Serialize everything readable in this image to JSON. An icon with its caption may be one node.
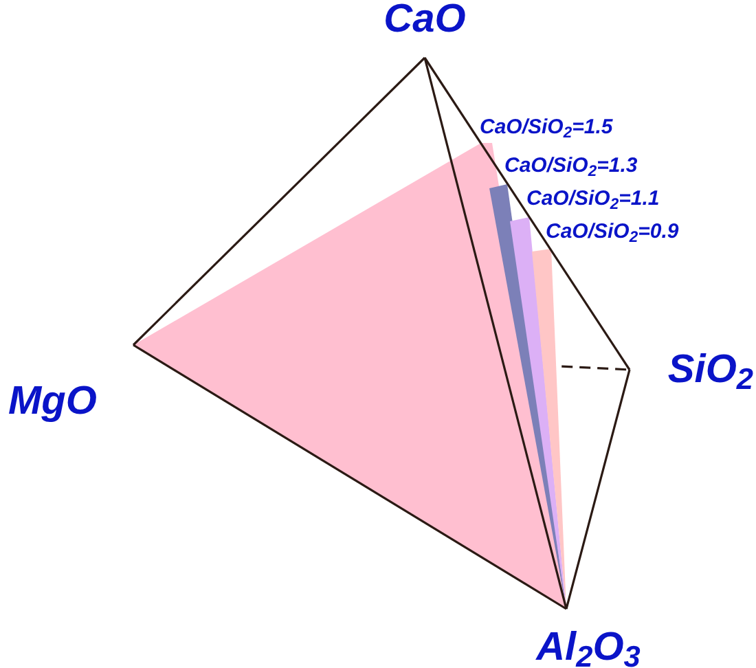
{
  "diagram": {
    "nodes": [
      {
        "text": [
          "CaO"
        ]
      },
      {
        "text": [
          "MgO"
        ]
      },
      {
        "text": [
          "SiO$_{2}$"
        ]
      },
      {
        "text": [
          "Al$_{2}$O$_{3}$"
        ]
      }
    ],
    "edges": [
      {
        "from": 0,
        "to": 1,
        "arrow": "none"
      },
      {
        "from": 0,
        "to": 3,
        "arrow": "none"
      },
      {
        "from": 0,
        "to": 2,
        "arrow": "none"
      },
      {
        "from": 1,
        "to": 3,
        "arrow": "none"
      },
      {
        "from": 2,
        "to": 3,
        "arrow": "none"
      },
      {
        "from": 1,
        "to": 2,
        "arrow": "none",
        "style": "dashed"
      }
    ],
    "labels": [
      "CaO/SiO$_{2}$=1.5",
      "CaO/SiO$_{2}$=1.3",
      "CaO/SiO$_{2}$=1.1",
      "CaO/SiO$_{2}$=0.9"
    ]
  }
}
